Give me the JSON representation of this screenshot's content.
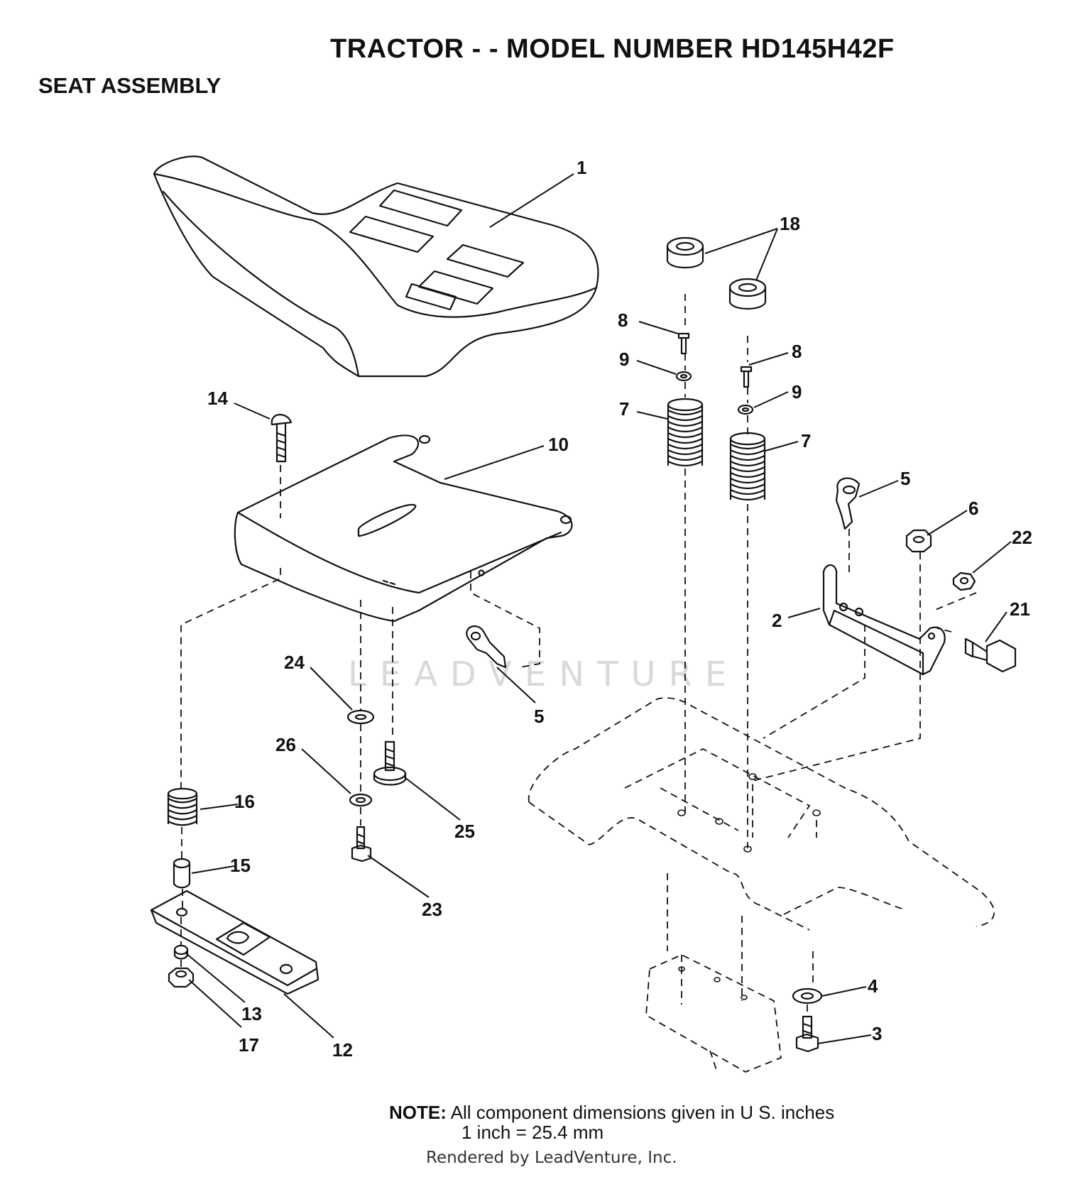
{
  "header": {
    "title": "TRACTOR - - MODEL NUMBER HD145H42F",
    "subtitle": "SEAT ASSEMBLY"
  },
  "diagram": {
    "callouts": [
      {
        "id": "seat",
        "label": "1"
      },
      {
        "id": "spacer-a",
        "label": "18"
      },
      {
        "id": "screw-a",
        "label": "8"
      },
      {
        "id": "screw-b",
        "label": "8"
      },
      {
        "id": "washer-a",
        "label": "9"
      },
      {
        "id": "washer-b",
        "label": "9"
      },
      {
        "id": "spring-a",
        "label": "7"
      },
      {
        "id": "spring-b",
        "label": "7"
      },
      {
        "id": "carriage-bolt",
        "label": "14"
      },
      {
        "id": "seat-pan",
        "label": "10"
      },
      {
        "id": "clip-right",
        "label": "5"
      },
      {
        "id": "nut-6",
        "label": "6"
      },
      {
        "id": "nut-22",
        "label": "22"
      },
      {
        "id": "bracket",
        "label": "2"
      },
      {
        "id": "bolt-21",
        "label": "21"
      },
      {
        "id": "washer-24",
        "label": "24"
      },
      {
        "id": "clip-left",
        "label": "5"
      },
      {
        "id": "washer-26",
        "label": "26"
      },
      {
        "id": "bolt-25",
        "label": "25"
      },
      {
        "id": "spring-16",
        "label": "16"
      },
      {
        "id": "bushing-15",
        "label": "15"
      },
      {
        "id": "bolt-23",
        "label": "23"
      },
      {
        "id": "nut-13",
        "label": "13"
      },
      {
        "id": "nut-17",
        "label": "17"
      },
      {
        "id": "plate-12",
        "label": "12"
      },
      {
        "id": "washer-4",
        "label": "4"
      },
      {
        "id": "bolt-3",
        "label": "3"
      }
    ]
  },
  "watermark": "LEADVENTURE",
  "note": {
    "heading": "NOTE:",
    "line1": "All component dimensions given in U S. inches",
    "line2": "1 inch = 25.4 mm"
  },
  "footer": "Rendered by LeadVenture, Inc."
}
